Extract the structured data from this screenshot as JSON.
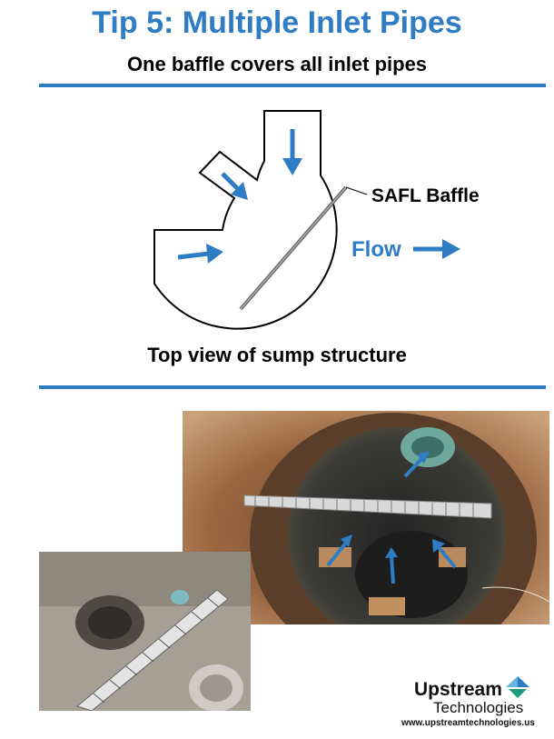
{
  "header": {
    "title": "Tip 5:  Multiple Inlet Pipes",
    "subtitle": "One baffle covers all inlet pipes"
  },
  "diagram": {
    "baffle_label": "SAFL Baffle",
    "flow_label": "Flow",
    "caption": "Top view of sump structure",
    "accent_color": "#2e7cc4"
  },
  "logo": {
    "name": "Upstream",
    "sub": "Technologies",
    "url": "www.upstreamtechnologies.us"
  }
}
